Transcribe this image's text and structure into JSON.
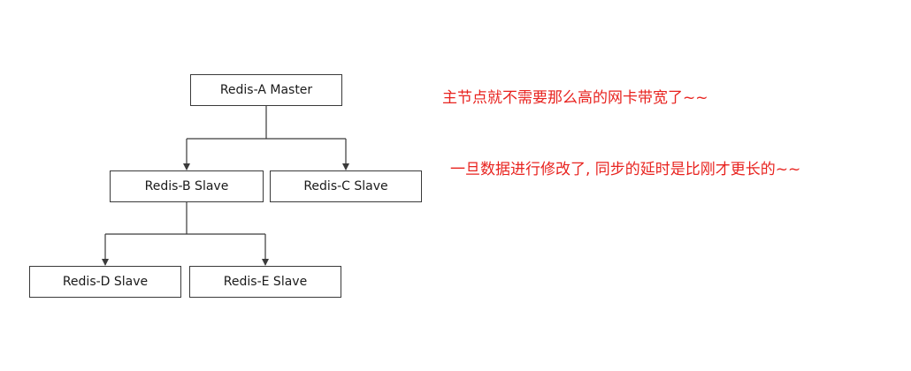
{
  "diagram": {
    "nodes": {
      "a": "Redis-A Master",
      "b": "Redis-B Slave",
      "c": "Redis-C Slave",
      "d": "Redis-D Slave",
      "e": "Redis-E Slave"
    },
    "edges": [
      {
        "from": "a",
        "to": "b"
      },
      {
        "from": "a",
        "to": "c"
      },
      {
        "from": "b",
        "to": "d"
      },
      {
        "from": "b",
        "to": "e"
      }
    ]
  },
  "notes": {
    "line1": "主节点就不需要那么高的网卡带宽了~~",
    "line2": "一旦数据进行修改了, 同步的延时是比刚才更长的~~"
  },
  "colors": {
    "note_text": "#e8231f",
    "line": "#3a3a3a"
  }
}
